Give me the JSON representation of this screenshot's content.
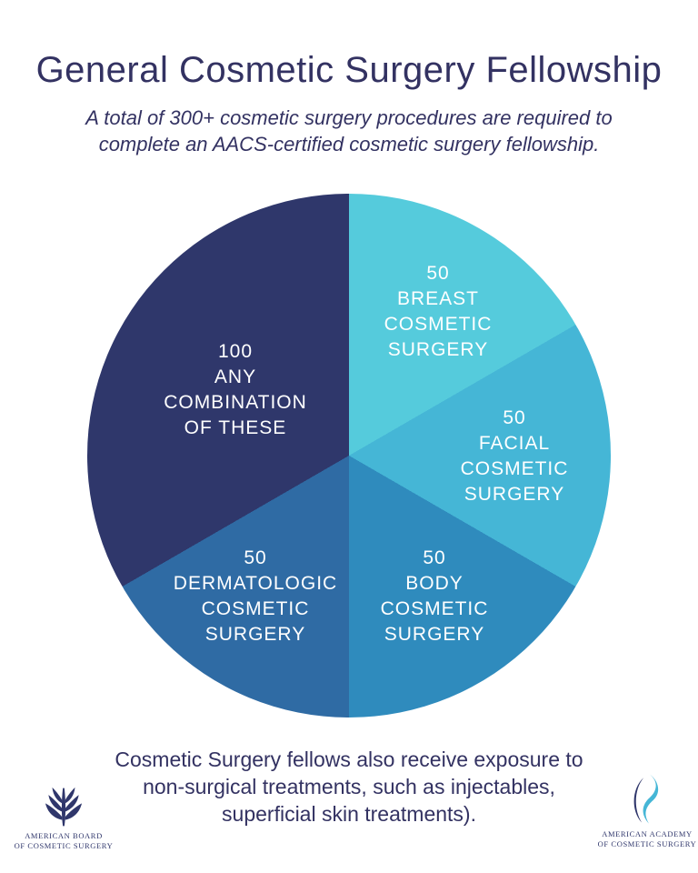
{
  "header": {
    "title": "General Cosmetic Surgery Fellowship",
    "subtitle_line1": "A total of 300+ cosmetic surgery procedures are required to",
    "subtitle_line2": "complete an AACS-certified cosmetic surgery fellowship."
  },
  "chart_data": {
    "type": "pie",
    "title": "General Cosmetic Surgery Fellowship",
    "total": 300,
    "start_angle_deg": 0,
    "direction": "clockwise",
    "legend": "none",
    "labels_on_slices": true,
    "segments": [
      {
        "label": "BREAST COSMETIC SURGERY",
        "value": 50,
        "color": "#55CBDC"
      },
      {
        "label": "FACIAL COSMETIC SURGERY",
        "value": 50,
        "color": "#45B6D6"
      },
      {
        "label": "BODY COSMETIC SURGERY",
        "value": 50,
        "color": "#2F8BBD"
      },
      {
        "label": "DERMATOLOGIC COSMETIC SURGERY",
        "value": 50,
        "color": "#2F6BA4"
      },
      {
        "label": "ANY COMBINATION OF THESE",
        "value": 100,
        "color": "#2F376B"
      }
    ]
  },
  "slice_labels": {
    "any": [
      "100",
      "ANY",
      "COMBINATION",
      "OF THESE"
    ],
    "breast": [
      "50",
      "BREAST",
      "COSMETIC",
      "SURGERY"
    ],
    "facial": [
      "50",
      "FACIAL",
      "COSMETIC",
      "SURGERY"
    ],
    "body": [
      "50",
      "BODY",
      "COSMETIC",
      "SURGERY"
    ],
    "derm": [
      "50",
      "DERMATOLOGIC",
      "COSMETIC",
      "SURGERY"
    ]
  },
  "footer": {
    "note_line1": "Cosmetic Surgery fellows also receive exposure to",
    "note_line2": "non-surgical treatments, such as injectables,",
    "note_line3": "superficial skin treatments).",
    "left_logo": {
      "line1": "AMERICAN BOARD",
      "line2": "OF COSMETIC SURGERY"
    },
    "right_logo": {
      "line1": "AMERICAN ACADEMY",
      "line2": "OF COSMETIC SURGERY"
    }
  },
  "colors": {
    "heading_text": "#333262",
    "slice_text": "#ffffff",
    "logo_navy": "#2F366B",
    "logo_teal": "#45B6D6",
    "background": "#ffffff"
  }
}
